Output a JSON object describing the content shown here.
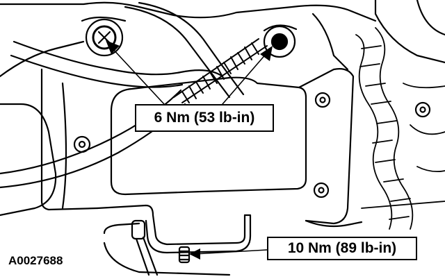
{
  "diagram": {
    "callouts": {
      "upper_bolts": "6 Nm (53 lb-in)",
      "lower_bolt": "10 Nm (89 lb-in)"
    },
    "figure_id": "A0027688"
  },
  "colors": {
    "ink": "#000000",
    "paper": "#ffffff"
  }
}
